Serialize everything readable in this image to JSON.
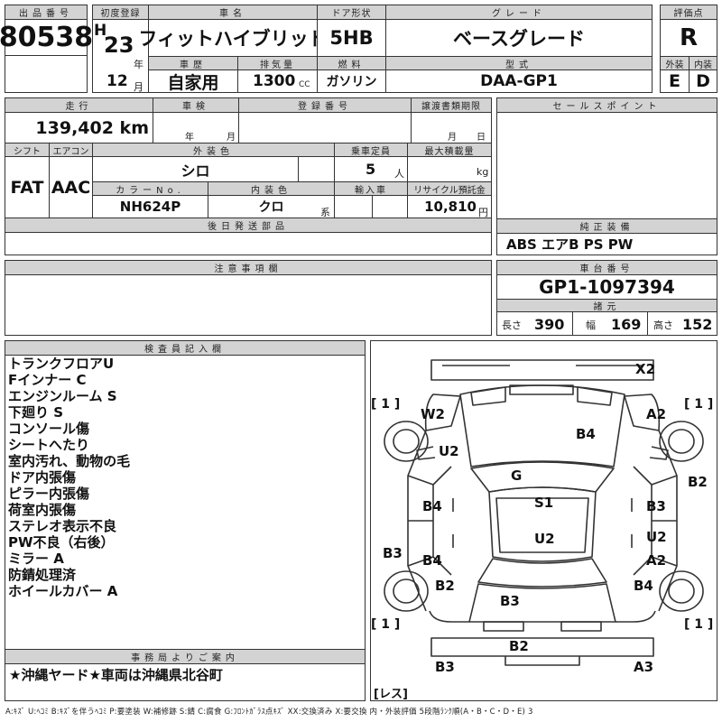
{
  "labels": {
    "lot_no": "出品番号",
    "first_reg": "初度登録",
    "car_name": "車名",
    "door": "ドア形状",
    "grade": "グレード",
    "score": "評価点",
    "history": "車歴",
    "displacement": "排気量",
    "fuel": "燃料",
    "model_code": "型式",
    "exterior": "外装",
    "interior": "内装",
    "mileage": "走行",
    "inspection": "車検",
    "reg_no": "登録番号",
    "transfer_date": "譲渡書類期限",
    "sales_point": "セールスポイント",
    "shift": "シフト",
    "aircon": "エアコン",
    "ext_color": "外装色",
    "capacity": "乗車定員",
    "max_load": "最大積載量",
    "color_no": "カラーNo.",
    "int_color": "内装色",
    "import": "輸入車",
    "recycle": "リサイクル預託金",
    "later_parts": "後日発送部品",
    "genuine_equip": "純正装備",
    "notes": "注意事項欄",
    "chassis_no": "車台番号",
    "specs": "諸元",
    "inspector": "検査員記入欄",
    "office": "事務局よりご案内"
  },
  "units": {
    "era": "H",
    "year": "年",
    "month": "月",
    "day": "日",
    "cc": "CC",
    "persons": "人",
    "kg": "kg",
    "yen": "円",
    "series": "系",
    "length": "長さ",
    "width": "幅",
    "height": "高さ"
  },
  "values": {
    "lot_no": "80538",
    "year": "23",
    "month": "12",
    "car_name": "フィットハイブリッド",
    "door": "5HB",
    "grade": "ベースグレード",
    "score": "R",
    "history": "自家用",
    "displacement": "1300",
    "fuel": "ガソリン",
    "model_code": "DAA-GP1",
    "exterior": "E",
    "interior": "D",
    "mileage": "139,402 km",
    "shift": "FAT",
    "aircon": "AAC",
    "ext_color": "シロ",
    "capacity": "5",
    "color_no": "NH624P",
    "int_color": "クロ",
    "recycle": "10,810",
    "genuine_equip": "ABS エアB PS PW",
    "chassis_no": "GP1-1097394",
    "length": "390",
    "width": "169",
    "height": "152",
    "office": "★沖縄ヤード★車両は沖縄県北谷町"
  },
  "remarks": [
    "トランクフロアU",
    "Fインナー C",
    "エンジンルーム S",
    "下廻り S",
    "コンソール傷",
    "シートへたり",
    "室内汚れ、動物の毛",
    "ドア内張傷",
    "ピラー内張傷",
    "荷室内張傷",
    "ステレオ表示不良",
    "PW不良（右後）",
    "ミラー A",
    "防錆処理済",
    "ホイールカバー A"
  ],
  "damage_marks": {
    "x2": "X2",
    "w2": "W2",
    "a2_top": "A2",
    "b4_hood": "B4",
    "u2_left": "U2",
    "g": "G",
    "b2_right": "B2",
    "b4_left_front": "B4",
    "s1": "S1",
    "b3_right_front": "B3",
    "u2_roof": "U2",
    "u2_right": "U2",
    "b3_left": "B3",
    "b4_left_rear": "B4",
    "a2_right_rear": "A2",
    "b2_left_rear": "B2",
    "b4_right_rear": "B4",
    "b3_trunk": "B3",
    "b2_rear": "B2",
    "b3_bottom_left": "B3",
    "a3_bottom_right": "A3"
  },
  "tires": {
    "front_left": "[ 1 ]",
    "front_right": "[ 1 ]",
    "rear_left": "[ 1 ]",
    "rear_right": "[ 1 ]",
    "spare": "[レス]"
  },
  "legend": "A:ｷｽﾞ  U:ﾍｺﾐ  B:ｷｽﾞを伴うﾍｺﾐ  P:要塗装  W:補修跡  S:錆  C:腐食  G:ﾌﾛﾝﾄｶﾞﾗｽ点ｷｽﾞ  XX:交換済み  X:要交換   内・外装評価  5段階ﾗﾝｸ順(A・B・C・D・E) 3"
}
